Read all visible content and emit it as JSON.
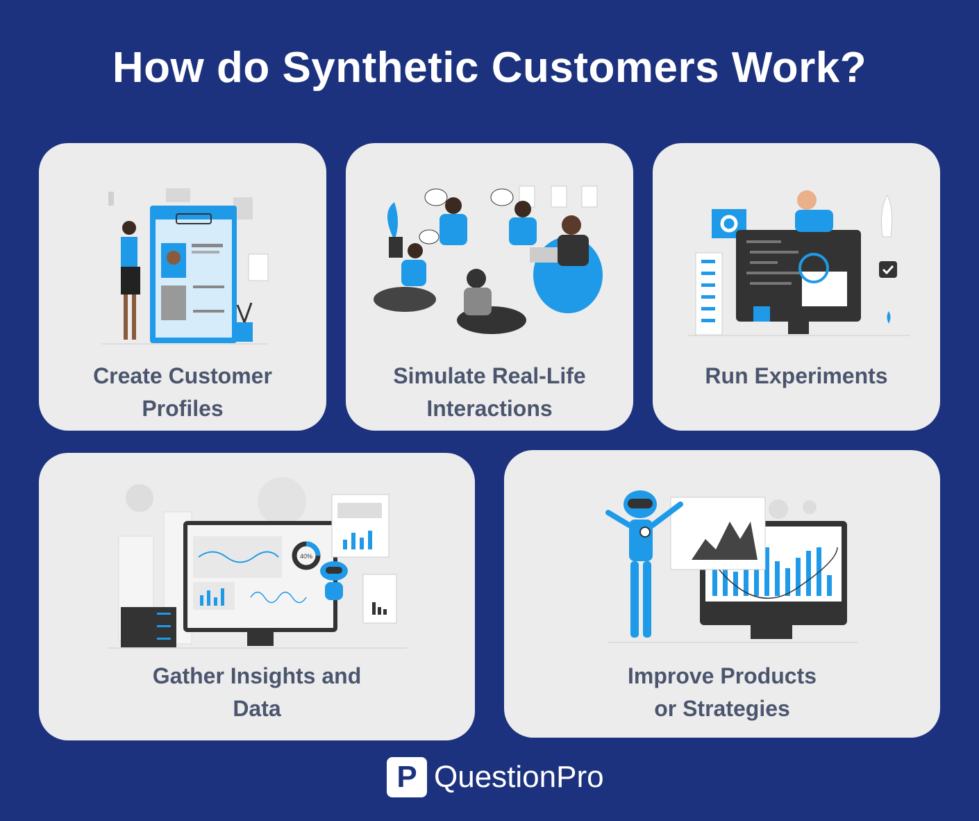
{
  "title": "How do Synthetic Customers Work?",
  "colors": {
    "background": "#1d327f",
    "card": "#ececec",
    "accent": "#1e9ae8",
    "text": "#4b566e"
  },
  "steps": [
    {
      "label_line1": "Create Customer",
      "label_line2": "Profiles",
      "icon": "customer-profile-illustration"
    },
    {
      "label_line1": "Simulate Real-Life",
      "label_line2": "Interactions",
      "icon": "group-conversation-illustration"
    },
    {
      "label_line1": "Run Experiments",
      "label_line2": "",
      "icon": "code-monitor-illustration"
    },
    {
      "label_line1": "Gather Insights and",
      "label_line2": "Data",
      "icon": "dashboard-robot-illustration",
      "donut_label": "40%"
    },
    {
      "label_line1": "Improve Products",
      "label_line2": "or Strategies",
      "icon": "robot-chart-illustration"
    }
  ],
  "footer": {
    "logo_mark": "P",
    "brand": "QuestionPro"
  }
}
